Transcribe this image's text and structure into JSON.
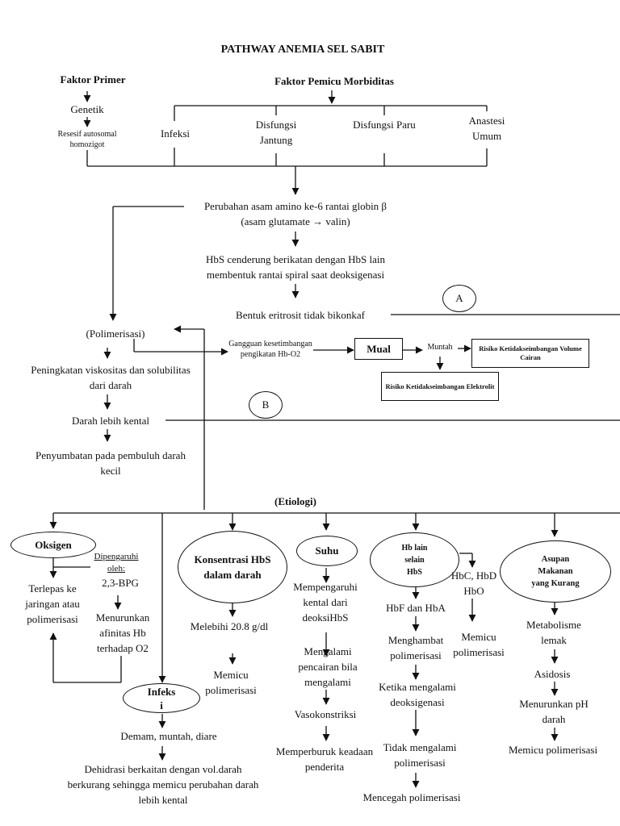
{
  "title": "PATHWAY ANEMIA SEL SABIT",
  "primary": {
    "heading": "Faktor Primer",
    "genetik": "Genetik",
    "resesif": "Resesif autosomal homozigot"
  },
  "morbidity": {
    "heading": "Faktor Pemicu Morbiditas",
    "infeksi": "Infeksi",
    "jantung": "Disfungsi Jantung",
    "paru": "Disfungsi Paru",
    "anastesi": "Anastesi Umum"
  },
  "main_flow": {
    "perubahan_line1": "Perubahan asam amino ke-6 rantai globin β",
    "perubahan_line2": "(asam glutamate → valin)",
    "hbs_line1": "HbS cenderung berikatan dengan HbS lain",
    "hbs_line2": "membentuk rantai spiral saat deoksigenasi",
    "bentuk": "Bentuk eritrosit tidak bikonkaf",
    "polimerisasi": "(Polimerisasi)",
    "viskositas": "Peningkatan viskositas dan solubilitas dari darah",
    "kental": "Darah lebih kental",
    "penyumbatan": "Penyumbatan pada pembuluh darah kecil"
  },
  "connectors": {
    "a": "A",
    "b": "B"
  },
  "side_flow": {
    "gangguan": "Gangguan kesetimbangan pengikatan Hb-O2",
    "mual": "Mual",
    "muntah": "Muntah",
    "risiko_cairan": "Risiko Ketidakseimbangan Volume Cairan",
    "risiko_elektrolit": "Risiko Ketidakseimbangan Elektrolit"
  },
  "etiologi": {
    "heading": "(Etiologi)",
    "oksigen": {
      "label": "Oksigen",
      "dipengaruhi": "Dipengaruhi oleh:",
      "bpg": "2,3-BPG",
      "terlepas": "Terlepas ke jaringan atau polimerisasi",
      "menurunkan": "Menurunkan afinitas Hb terhadap O2"
    },
    "infeksi": {
      "label": "Infeks i",
      "demam": "Demam, muntah, diare",
      "dehidrasi": "Dehidrasi berkaitan dengan vol.darah berkurang sehingga memicu perubahan darah lebih kental"
    },
    "konsentrasi": {
      "label": "Konsentrasi HbS dalam darah",
      "melebihi": "Melebihi 20.8 g/dl",
      "memicu": "Memicu polimerisasi"
    },
    "suhu": {
      "label": "Suhu",
      "mempengaruhi": "Mempengaruhi kental dari deoksiHbS",
      "mengalami": "Mengalami pencairan bila mengalami pendinginan",
      "vasokonstriksi": "Vasokonstriksi",
      "memperburuk": "Memperburuk keadaan penderita"
    },
    "hb_lain": {
      "label": "Hb lain selain HbS",
      "hbf": "HbF dan HbA",
      "hbc": "HbC, HbD HbO",
      "menghambat": "Menghambat polimerisasi",
      "memicu": "Memicu polimerisasi",
      "ketika": "Ketika mengalami deoksigenasi",
      "tidak": "Tidak mengalami polimerisasi",
      "mencegah": "Mencegah polimerisasi"
    },
    "asupan": {
      "label": "Asupan Makanan yang Kurang",
      "metabolisme": "Metabolisme lemak",
      "asidosis": "Asidosis",
      "menurunkan": "Menurunkan pH darah",
      "memicu": "Memicu polimerisasi"
    }
  }
}
